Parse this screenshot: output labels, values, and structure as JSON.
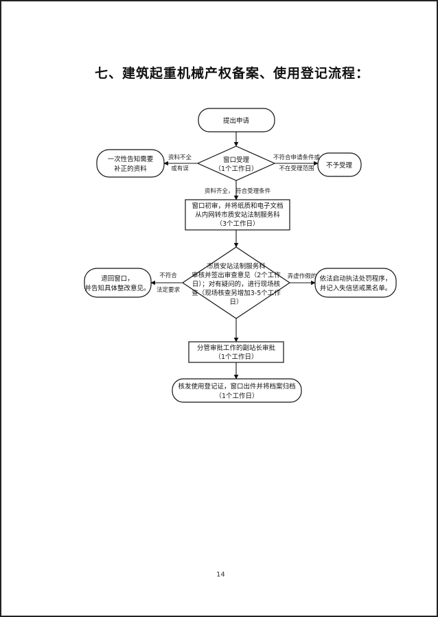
{
  "title": "七、建筑起重机械产权备案、使用登记流程：",
  "page_number": "14",
  "nodes": {
    "submit": "提出申请",
    "window_accept": [
      "窗口受理",
      "（1个工作日）"
    ],
    "inform_left": [
      "一次性告知需要",
      "补正的资料"
    ],
    "reject_right": "不予受理",
    "initial_review": [
      "窗口初审，并将纸质和电子文档",
      "从内网转市质安站法制服务科",
      "（3个工作日）"
    ],
    "legal_review": [
      "市质安站法制服务科",
      "审核并签出审查意见（2个工作",
      "日）；对有疑问的，进行现场核",
      "查（现场核查另增加3-5个工作",
      "日）"
    ],
    "return_left": [
      "退回窗口，",
      "并告知具体整改意见。"
    ],
    "penalty_right": [
      "依法启动执法处罚程序，",
      "并记入失信惩戒黑名单。"
    ],
    "approval": [
      "分管审批工作的副站长审批",
      "（1个工作日）"
    ],
    "issue": [
      "核发使用登记证，窗口出件并将档案归档",
      "（1个工作日）"
    ]
  },
  "edges": {
    "incomplete": [
      "资料不全",
      "或有误"
    ],
    "not_meet": [
      "不符合申请条件或",
      "不在受理范围"
    ],
    "complete": "资料齐全，  符合受理条件",
    "not_comply": [
      "不符合",
      "法定要求"
    ],
    "fraud": "弄虚作假的"
  }
}
